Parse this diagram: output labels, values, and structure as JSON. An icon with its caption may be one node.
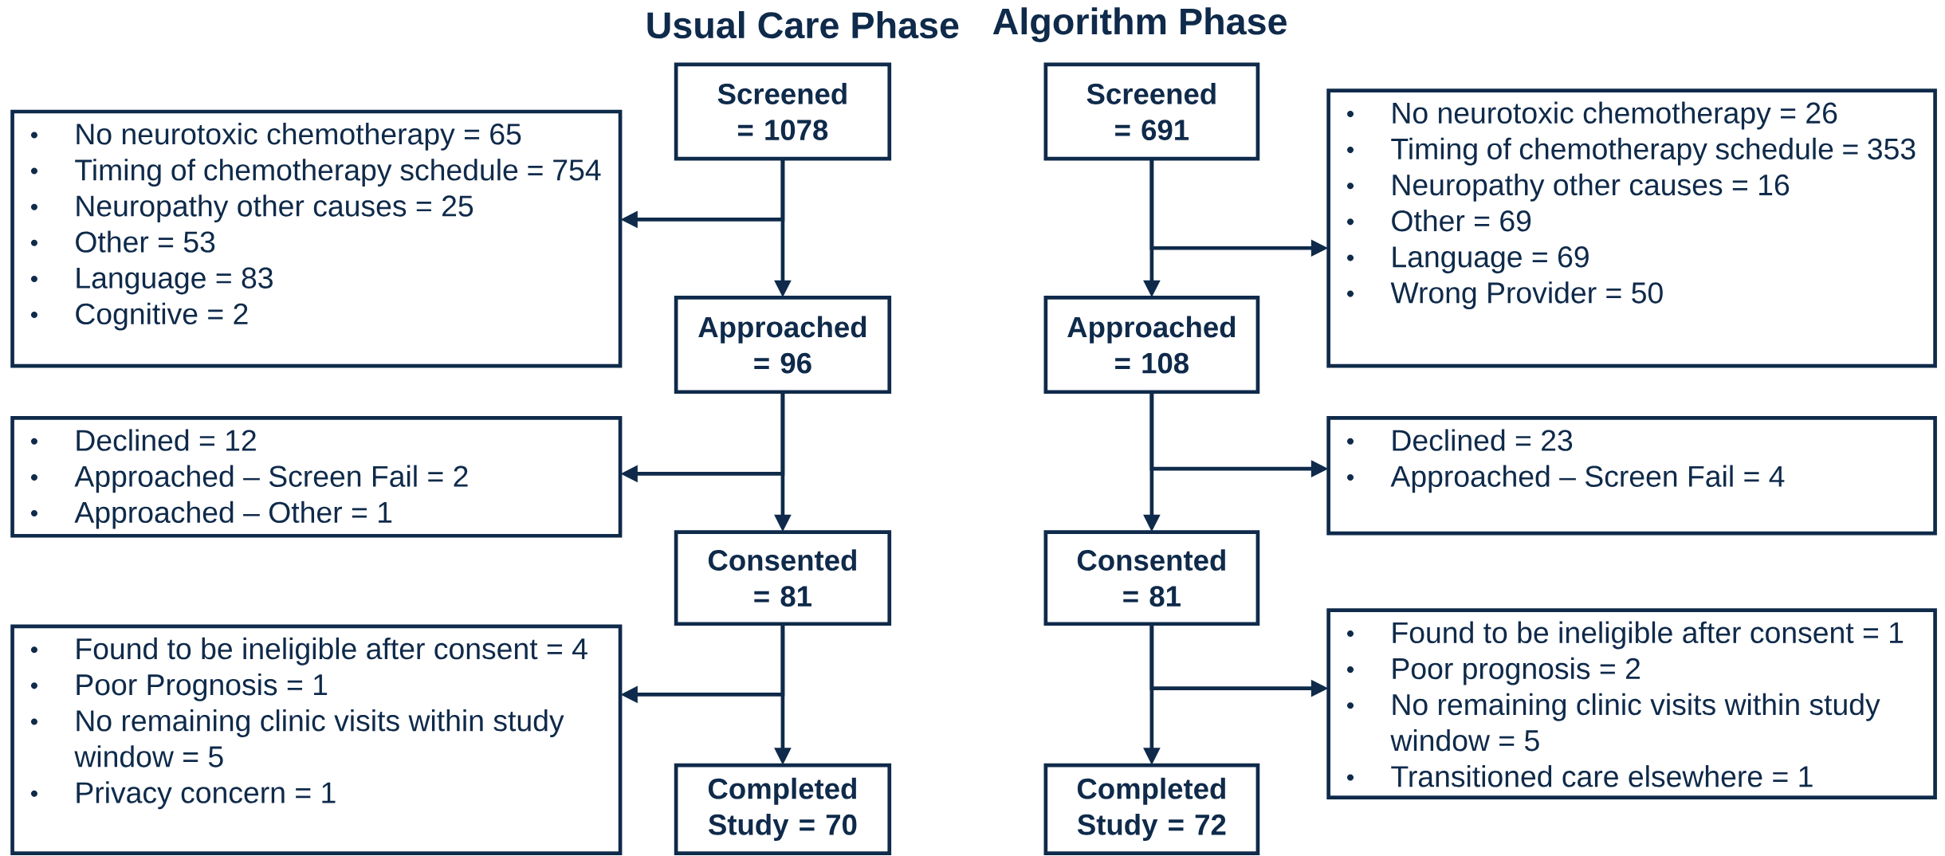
{
  "diagram": {
    "nodes": [
      {
        "text": [
          "Screened = 1078"
        ]
      },
      {
        "text": [
          "No neurotoxic chemotherapy = 65",
          "Timing of chemotherapy schedule = 754",
          "Neuropathy other causes = 25",
          "Other = 53",
          "Language = 83",
          "Cognitive = 2"
        ]
      },
      {
        "text": [
          "Approached = 96"
        ]
      },
      {
        "text": [
          "Declined = 12",
          "Approached – Screen Fail = 2",
          "Approached – Other = 1"
        ]
      },
      {
        "text": [
          "Consented = 81"
        ]
      },
      {
        "text": [
          "Found to be ineligible after consent = 4",
          "Poor Prognosis = 1",
          "No remaining clinic visits within study window = 5",
          "Privacy concern = 1"
        ]
      },
      {
        "text": [
          "Completed Study = 70"
        ]
      },
      {
        "text": [
          "Screened = 691"
        ]
      },
      {
        "text": [
          "No neurotoxic chemotherapy = 26",
          "Timing of chemotherapy schedule = 353",
          "Neuropathy other causes = 16",
          "Other = 69",
          "Language = 69",
          "Wrong Provider = 50"
        ]
      },
      {
        "text": [
          "Approached = 108"
        ]
      },
      {
        "text": [
          "Declined = 23",
          "Approached – Screen Fail = 4"
        ]
      },
      {
        "text": [
          "Consented = 81"
        ]
      },
      {
        "text": [
          "Found to be ineligible after consent = 1",
          "Poor prognosis = 2",
          "No remaining clinic visits within study window = 5",
          "Transitioned care elsewhere = 1"
        ]
      },
      {
        "text": [
          "Completed Study = 72"
        ]
      }
    ],
    "edges": [
      {
        "from": 0,
        "to": 2,
        "arrow": "to"
      },
      {
        "from": 0,
        "to": 1,
        "arrow": "to"
      },
      {
        "from": 2,
        "to": 4,
        "arrow": "to"
      },
      {
        "from": 2,
        "to": 3,
        "arrow": "to"
      },
      {
        "from": 4,
        "to": 6,
        "arrow": "to"
      },
      {
        "from": 4,
        "to": 5,
        "arrow": "to"
      },
      {
        "from": 7,
        "to": 9,
        "arrow": "to"
      },
      {
        "from": 7,
        "to": 8,
        "arrow": "to"
      },
      {
        "from": 9,
        "to": 11,
        "arrow": "to"
      },
      {
        "from": 9,
        "to": 10,
        "arrow": "to"
      },
      {
        "from": 11,
        "to": 13,
        "arrow": "to"
      },
      {
        "from": 11,
        "to": 12,
        "arrow": "to"
      }
    ],
    "labels": [
      "Usual Care Phase",
      "Algorithm Phase"
    ]
  }
}
